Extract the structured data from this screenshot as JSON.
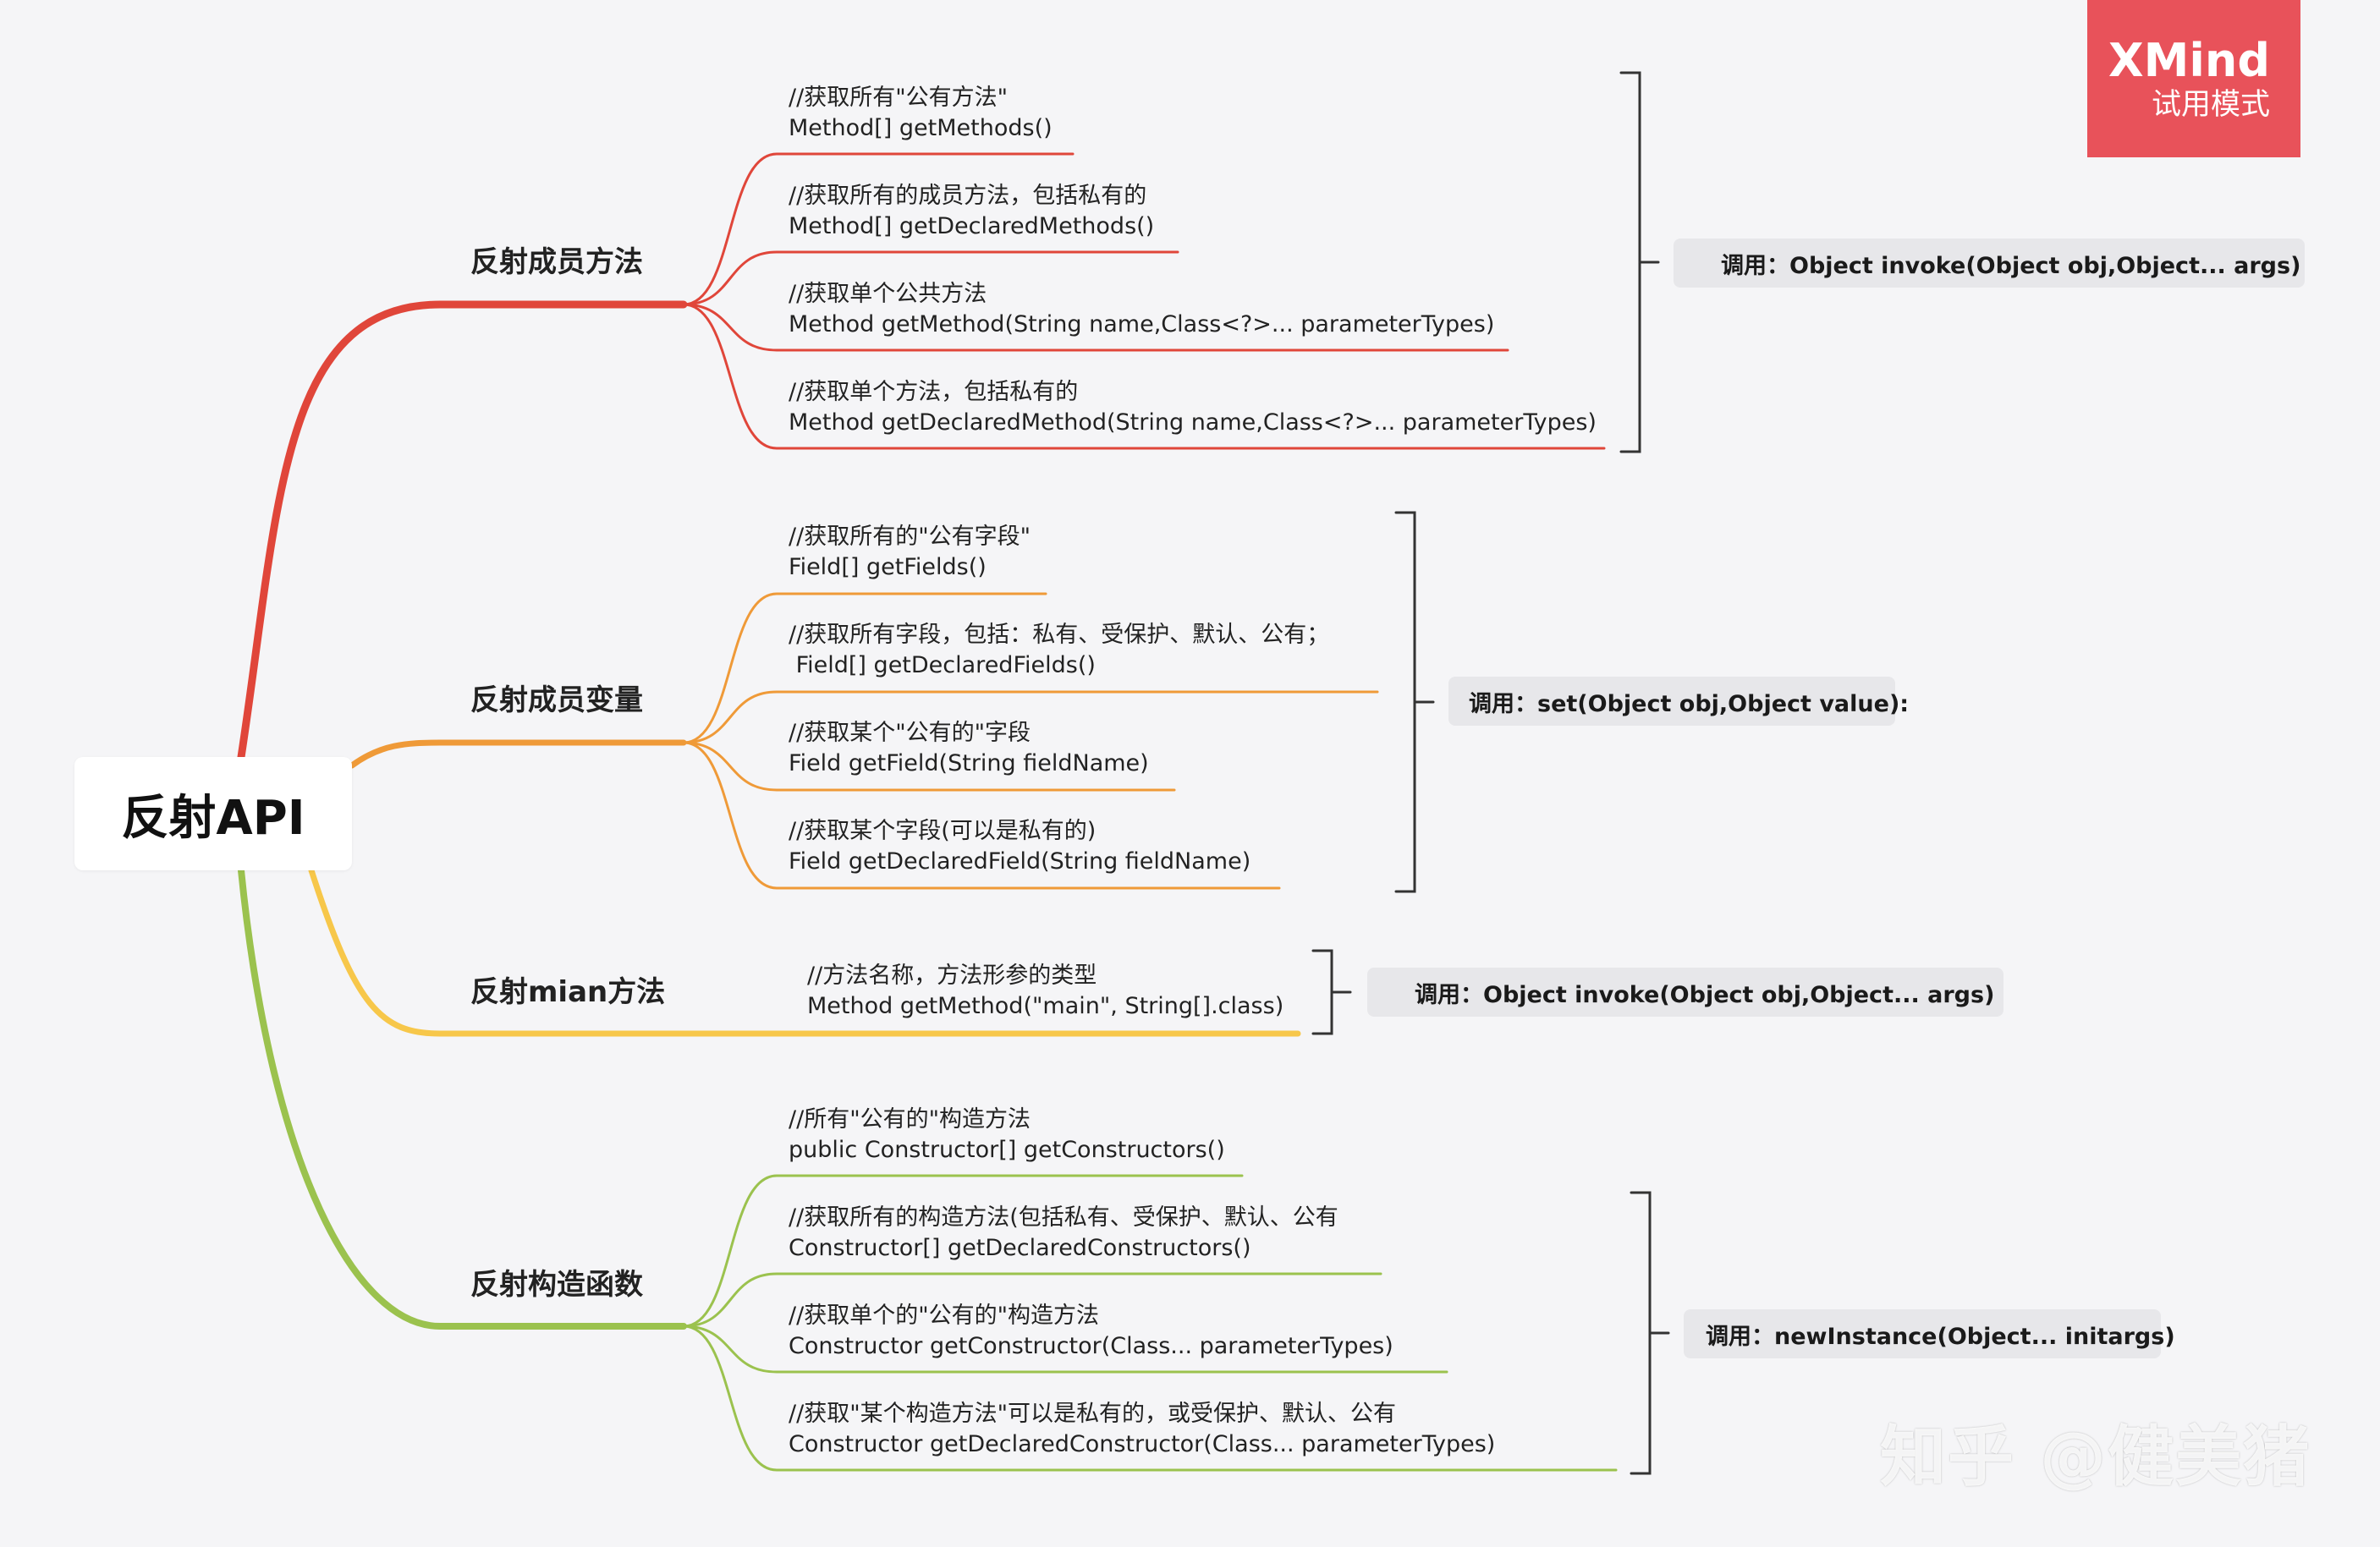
{
  "root": {
    "label": "反射API"
  },
  "branches": [
    {
      "label": "反射成员方法",
      "color": "#e0463a",
      "leaves": [
        {
          "line1": "//获取所有\"公有方法\"",
          "line2": "Method[] getMethods()"
        },
        {
          "line1": "//获取所有的成员方法，包括私有的",
          "line2": "Method[] getDeclaredMethods()"
        },
        {
          "line1": "//获取单个公共方法",
          "line2": "Method getMethod(String name,Class<?>... parameterTypes)"
        },
        {
          "line1": "//获取单个方法，包括私有的",
          "line2": "Method getDeclaredMethod(String name,Class<?>... parameterTypes)"
        }
      ],
      "call": "调用：Object invoke(Object obj,Object... args)"
    },
    {
      "label": "反射成员变量",
      "color": "#ef9a38",
      "leaves": [
        {
          "line1": "//获取所有的\"公有字段\"",
          "line2": "Field[] getFields()"
        },
        {
          "line1": "//获取所有字段，包括：私有、受保护、默认、公有；",
          "line2": " Field[] getDeclaredFields()"
        },
        {
          "line1": "//获取某个\"公有的\"字段",
          "line2": "Field getField(String fieldName)"
        },
        {
          "line1": "//获取某个字段(可以是私有的)",
          "line2": "Field getDeclaredField(String fieldName)"
        }
      ],
      "call": "调用：set(Object obj,Object value):"
    },
    {
      "label": "反射mian方法",
      "color": "#f7c74a",
      "leaves": [
        {
          "line1": "//方法名称，方法形参的类型",
          "line2": "Method getMethod(\"main\", String[].class)"
        }
      ],
      "call": "调用：Object invoke(Object obj,Object... args)"
    },
    {
      "label": "反射构造函数",
      "color": "#9bc24e",
      "leaves": [
        {
          "line1": "//所有\"公有的\"构造方法",
          "line2": "public Constructor[] getConstructors()"
        },
        {
          "line1": "//获取所有的构造方法(包括私有、受保护、默认、公有",
          "line2": "Constructor[] getDeclaredConstructors()"
        },
        {
          "line1": "//获取单个的\"公有的\"构造方法",
          "line2": "Constructor getConstructor(Class... parameterTypes)"
        },
        {
          "line1": "//获取\"某个构造方法\"可以是私有的，或受保护、默认、公有",
          "line2": "Constructor getDeclaredConstructor(Class... parameterTypes)"
        }
      ],
      "call": "调用：newInstance(Object... initargs)"
    }
  ],
  "badge": {
    "brand": "XMind",
    "mode": "试用模式"
  },
  "watermark": "知乎 @健美猪"
}
